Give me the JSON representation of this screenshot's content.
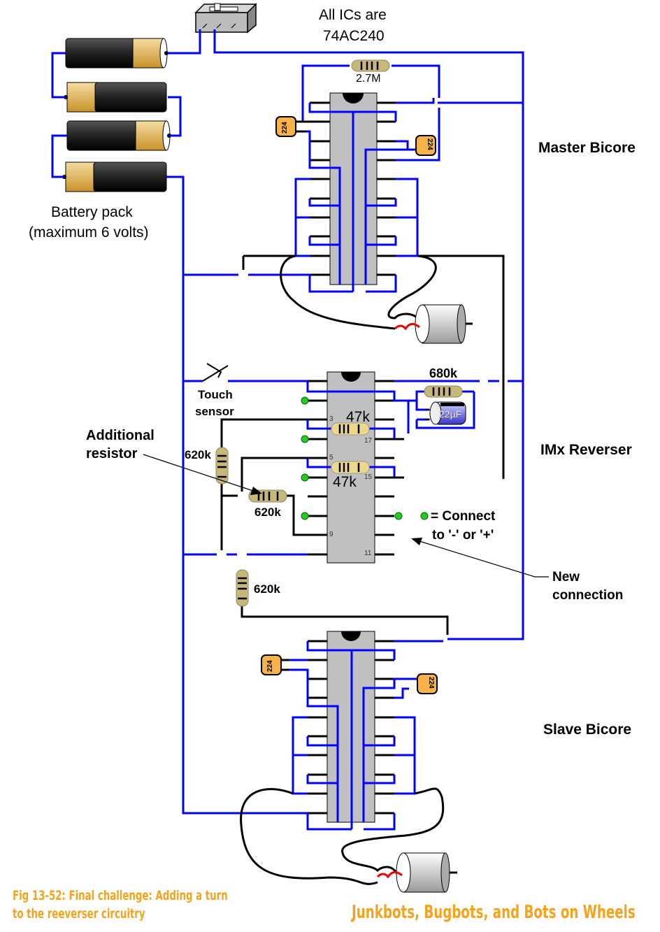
{
  "title": {
    "ics_line1": "All ICs are",
    "ics_line2": "74AC240"
  },
  "battery": {
    "label_line1": "Battery pack",
    "label_line2": "(maximum 6 volts)",
    "cell_count": 4
  },
  "sections": {
    "master": "Master Bicore",
    "reverser": "IMx Reverser",
    "slave": "Slave Bicore"
  },
  "components": {
    "master_resistor": "2.7M",
    "master_cap_left": "224",
    "master_cap_right": "224",
    "reverser_resistor_top": "680k",
    "reverser_capacitor": "22µF",
    "reverser_resistor_a": "47k",
    "reverser_resistor_b": "47k",
    "resistor_620k_left": "620k",
    "resistor_620k_additional": "620k",
    "resistor_620k_lower": "620k",
    "slave_cap_left": "224",
    "slave_cap_right": "224"
  },
  "pin_numbers": {
    "p3": "3",
    "p5": "5",
    "p9": "9",
    "p11": "11",
    "p15": "15",
    "p17": "17"
  },
  "annotations": {
    "touch_sensor_line1": "Touch",
    "touch_sensor_line2": "sensor",
    "additional_line1": "Additional",
    "additional_line2": "resistor",
    "connect_line1": "= Connect",
    "connect_line2": "to '-' or '+'",
    "new_conn_line1": "New",
    "new_conn_line2": "connection"
  },
  "captions": {
    "figure_line1": "Fig 13-52: Final challenge: Adding a turn",
    "figure_line2": "to the reeverser circuitry",
    "book": "Junkbots, Bugbots, and Bots on Wheels"
  },
  "colors": {
    "wire_blue": "#0000ff",
    "wire_black": "#000000",
    "ic_gray": "#c0c0c0",
    "cap_orange": "#f7b24a",
    "caption_orange": "#f7a21b",
    "dot_green": "#22cc22"
  }
}
